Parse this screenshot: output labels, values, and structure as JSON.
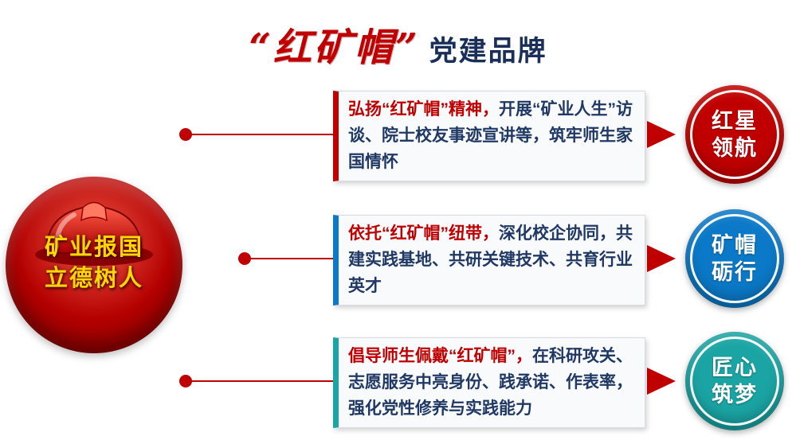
{
  "title": {
    "brand": "“红矿帽”",
    "suffix": "党建品牌",
    "brand_color": "#C00000",
    "suffix_color": "#1A2E5A"
  },
  "hero_badge": {
    "line1": "矿业报国",
    "line2": "立德树人",
    "text_color": "#FFD700",
    "circle_color": "#B40000",
    "icon": "red-hard-hat-icon"
  },
  "highlight_color": "#C00000",
  "connector_color": "#C00000",
  "body_text_color": "#1F3864",
  "rows": [
    {
      "highlight": "弘扬“红矿帽”精神，",
      "body": "开展“矿业人生”访谈、院士校友事迹宣讲等，筑牢师生家国情怀",
      "accent_color": "#C00000",
      "badge": {
        "line1": "红星",
        "line2": "领航",
        "color": "#C00000"
      }
    },
    {
      "highlight": "依托“红矿帽”纽带，",
      "body": "深化校企协同，共建实践基地、共研关键技术、共育行业英才",
      "accent_color": "#0B79C7",
      "badge": {
        "line1": "矿帽",
        "line2": "砺行",
        "color": "#0B79C7"
      }
    },
    {
      "highlight": "倡导师生佩戴“红矿帽”，",
      "body": "在科研攻关、志愿服务中亮身份、践承诺、作表率，强化党性修养与实践能力",
      "accent_color": "#1BA4A4",
      "badge": {
        "line1": "匠心",
        "line2": "筑梦",
        "color": "#1BA4A4"
      }
    }
  ]
}
